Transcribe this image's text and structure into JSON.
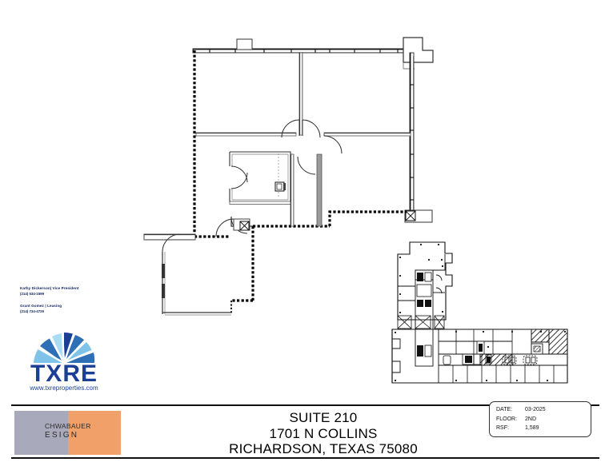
{
  "document": {
    "type": "architectural-floor-plan",
    "title_lines": [
      "SUITE 210",
      "1701 N COLLINS",
      "RICHARDSON, TEXAS 75080"
    ],
    "suite": "SUITE 210",
    "street": "1701 N COLLINS",
    "city_state_zip": "RICHARDSON, TEXAS 75080"
  },
  "info_box": {
    "rows": [
      {
        "label": "DATE:",
        "value": "03-2025"
      },
      {
        "label": "FLOOR:",
        "value": "2ND"
      },
      {
        "label": "RSF:",
        "value": "1,589"
      }
    ]
  },
  "contacts": [
    {
      "name": "Kathy Dickerson| Vice President",
      "phone": "(214) 534-1599"
    },
    {
      "name": "Grant Gomez | Leasing",
      "phone": "(214) 734-4725"
    }
  ],
  "txre_logo": {
    "wordmark": "TXRE",
    "website": "www.txreproperties.com",
    "colors": {
      "dark_blue": "#1b3f94",
      "mid_blue": "#2f6fb5",
      "light_blue": "#7fc4e8",
      "pale_blue": "#aadcf2"
    }
  },
  "schwabauer_logo": {
    "line1": "CHWABAUER",
    "line2": "ESIGN",
    "gray": "#a9a9bc",
    "orange": "#f0a068"
  },
  "key_plan": {
    "label": "key-plan",
    "highlighted_suite": "210",
    "shape": "L-shaped building outline"
  },
  "plan_colors": {
    "wall": "#1a1a1a",
    "wall_light": "#8a8a8a",
    "demising_dash": "#000000",
    "background": "#ffffff"
  }
}
